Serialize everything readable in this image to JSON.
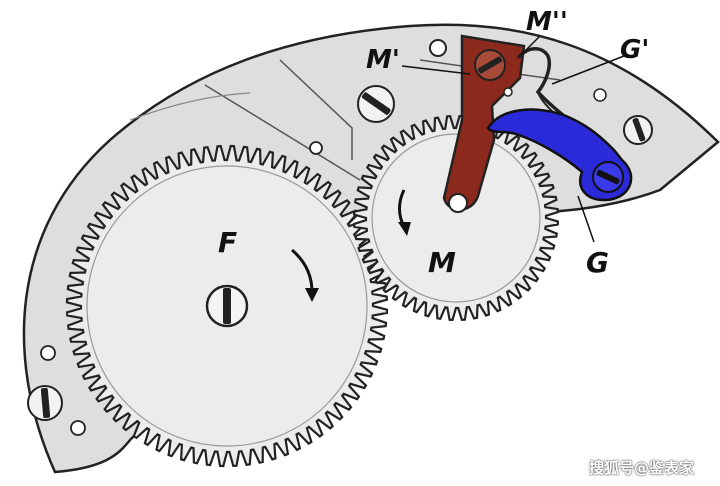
{
  "labels": {
    "gear_large": "F",
    "gear_small": "M",
    "lever": "M'",
    "lever_tip": "M''",
    "spring": "G'",
    "click": "G"
  },
  "watermark": "搜狐号@鉴表家",
  "colors": {
    "plate": "#dedede",
    "gear": "#ececec",
    "outline": "#222222",
    "lever": "#8b2a1c",
    "click": "#2a2ad8"
  }
}
